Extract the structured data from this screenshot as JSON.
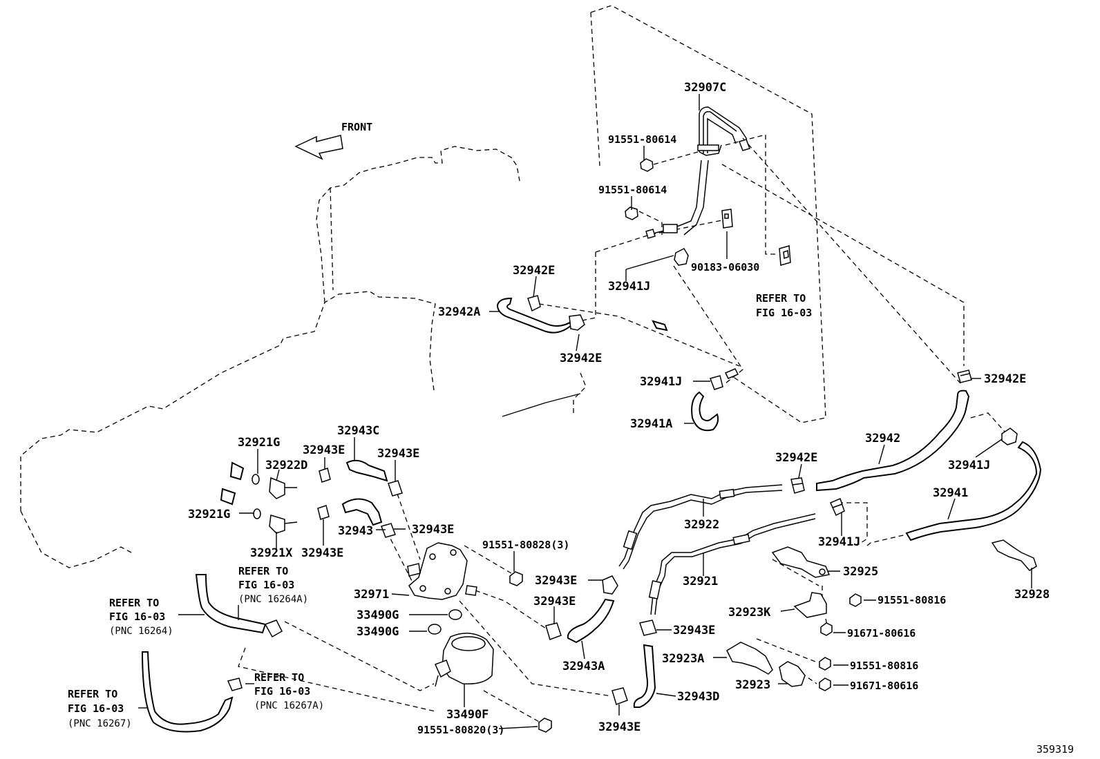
{
  "diagram_id": "359319",
  "front_label": "FRONT",
  "icons": {
    "front_arrow": "front-arrow-icon"
  },
  "parts": {
    "p32907C": "32907C",
    "p91551_80614_a": "91551-80614",
    "p91551_80614_b": "91551-80614",
    "p90183_06030": "90183-06030",
    "p32942E_a": "32942E",
    "p32942A": "32942A",
    "p32942E_b": "32942E",
    "p32941J_a": "32941J",
    "p32941J_b": "32941J",
    "p32941A": "32941A",
    "p32942E_c": "32942E",
    "p32942": "32942",
    "p32942E_d": "32942E",
    "p32941J_c": "32941J",
    "p32941": "32941",
    "p32941J_d": "32941J",
    "p32921G_a": "32921G",
    "p32922D": "32922D",
    "p32943E_a": "32943E",
    "p32943C": "32943C",
    "p32943E_b": "32943E",
    "p32921G_b": "32921G",
    "p32943": "32943",
    "p32943E_c": "32943E",
    "p32921X": "32921X",
    "p32943E_d": "32943E",
    "p91551_80828": "91551-80828(3)",
    "p32922": "32922",
    "p32943E_e": "32943E",
    "p32921": "32921",
    "p32925": "32925",
    "p32928": "32928",
    "p32971": "32971",
    "p33490G_a": "33490G",
    "p33490G_b": "33490G",
    "p32943E_f": "32943E",
    "p91551_80816_a": "91551-80816",
    "p32923K": "32923K",
    "p91671_80616_a": "91671-80616",
    "p32943A": "32943A",
    "p32943E_g": "32943E",
    "p32923A": "32923A",
    "p91551_80816_b": "91551-80816",
    "p32923": "32923",
    "p91671_80616_b": "91671-80616",
    "p32943D": "32943D",
    "p33490F": "33490F",
    "p91551_80820": "91551-80820(3)",
    "p32943E_h": "32943E"
  },
  "refs": {
    "r1": {
      "line1": "REFER TO",
      "line2": "FIG 16-03"
    },
    "r2": {
      "line1": "REFER TO",
      "line2": "FIG 16-03",
      "line3": "(PNC 16264A)"
    },
    "r3": {
      "line1": "REFER TO",
      "line2": "FIG 16-03",
      "line3": "(PNC 16264)"
    },
    "r4": {
      "line1": "REFER TO",
      "line2": "FIG 16-03",
      "line3": "(PNC 16267A)"
    },
    "r5": {
      "line1": "REFER TO",
      "line2": "FIG 16-03",
      "line3": "(PNC 16267)"
    }
  }
}
